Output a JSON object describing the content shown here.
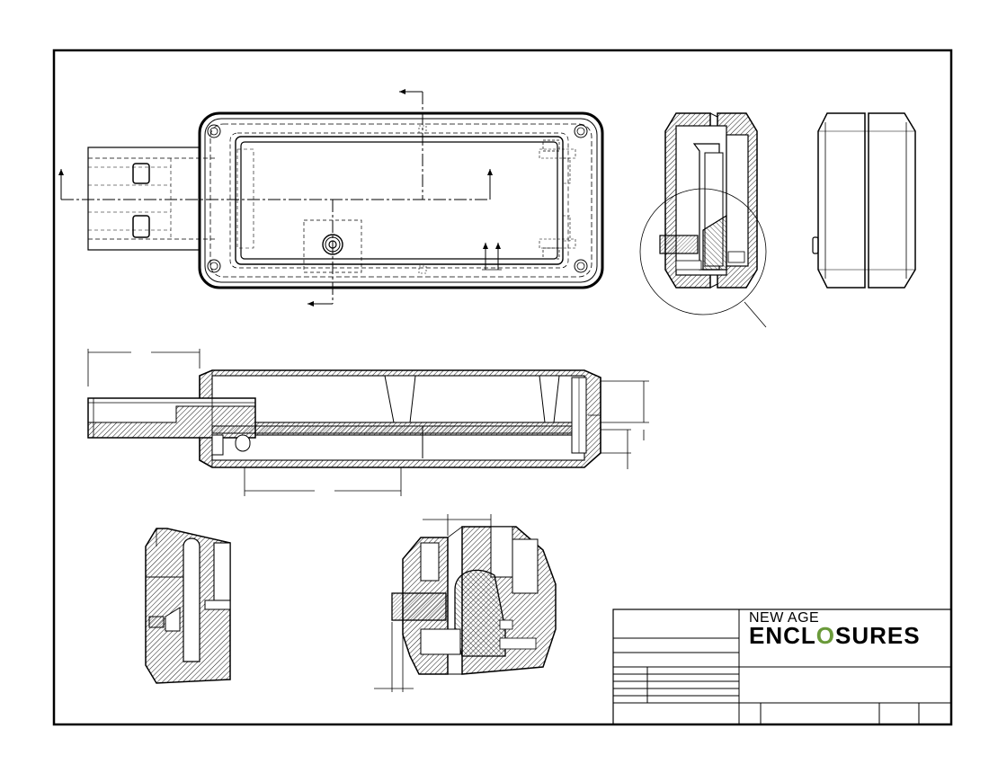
{
  "sheet": {
    "type": "technical-drawing",
    "subject": "usb-stick-enclosure"
  },
  "title_block": {
    "logo_line1": "NEW AGE",
    "logo_line2_pre": "ENCL",
    "logo_line2_o": "O",
    "logo_line2_post": "SURES",
    "logo_accent_color": "#6a9a3a"
  },
  "colors": {
    "line": "#000000",
    "paper": "#ffffff",
    "hatch": "#000000"
  }
}
